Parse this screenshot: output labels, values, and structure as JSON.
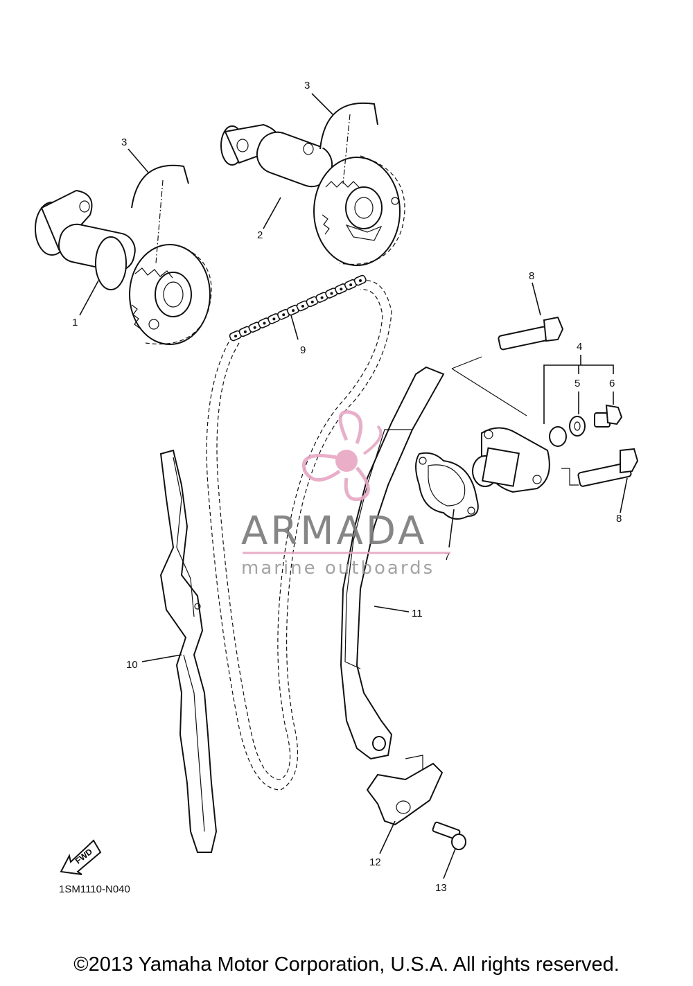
{
  "diagram": {
    "callouts": [
      {
        "id": "c1",
        "label": "1"
      },
      {
        "id": "c2",
        "label": "2"
      },
      {
        "id": "c3a",
        "label": "3"
      },
      {
        "id": "c3b",
        "label": "3"
      },
      {
        "id": "c4",
        "label": "4"
      },
      {
        "id": "c5",
        "label": "5"
      },
      {
        "id": "c6",
        "label": "6"
      },
      {
        "id": "c7",
        "label": "7"
      },
      {
        "id": "c8a",
        "label": "8"
      },
      {
        "id": "c8b",
        "label": "8"
      },
      {
        "id": "c9",
        "label": "9"
      },
      {
        "id": "c10",
        "label": "10"
      },
      {
        "id": "c11",
        "label": "11"
      },
      {
        "id": "c12",
        "label": "12"
      },
      {
        "id": "c13",
        "label": "13"
      }
    ],
    "fwd_label": "FWD",
    "drawing_code": "1SM1110-N040"
  },
  "watermark": {
    "brand": "ARMADA",
    "tagline": "marine outboards",
    "logo_color": "#e8a6c4",
    "text_color": "#7a7a7a"
  },
  "footer": {
    "copyright": "©2013 Yamaha Motor Corporation, U.S.A. All rights reserved."
  }
}
